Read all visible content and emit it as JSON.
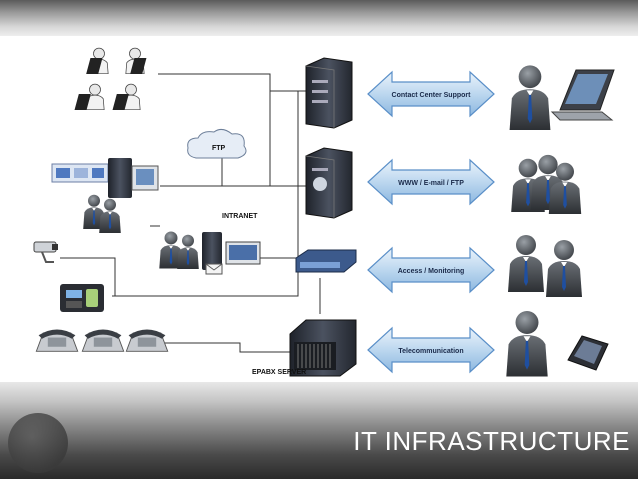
{
  "slide": {
    "title": "IT INFRASTRUCTURE"
  },
  "diagram": {
    "cloud_label": "FTP",
    "intranet_label": "INTRANET",
    "epabx_label": "EPABX SERVER",
    "services": [
      {
        "label": "Contact Center Support"
      },
      {
        "label": "WWW / E-mail / FTP"
      },
      {
        "label": "Access / Monitoring"
      },
      {
        "label": "Telecommunication"
      }
    ]
  },
  "colors": {
    "arrow_fill": "#b9d6f0",
    "arrow_stroke": "#5a8fc8",
    "server_dark": "#2e3440",
    "person_gray": "#55595e",
    "tie_blue": "#1f4fa0"
  }
}
